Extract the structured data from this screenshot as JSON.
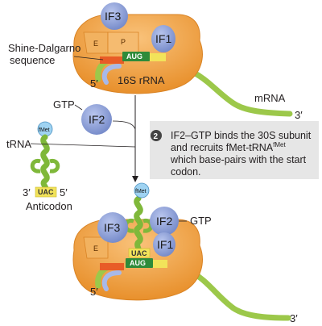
{
  "top": {
    "if3": "IF3",
    "if1": "IF1",
    "site_e": "E",
    "site_p": "P",
    "codon": "AUG",
    "shine_dalgarno": [
      "Shine-Dalgarno",
      "sequence"
    ],
    "rrna": "16S rRNA",
    "five_prime": "5′",
    "mrna": "mRNA",
    "three_prime": "3′"
  },
  "middle": {
    "gtp": "GTP",
    "if2": "IF2",
    "trna": "tRNA",
    "fmet": "fMet",
    "three_prime": "3′",
    "anticodon_seq": "UAC",
    "five_prime": "5′",
    "anticodon": "Anticodon"
  },
  "step": {
    "number": "2",
    "lines": [
      "IF2–GTP binds the 30S subunit",
      "and recruits fMet-tRNA",
      "which base-pairs with the start",
      "codon."
    ],
    "superscript": "fMet"
  },
  "bottom": {
    "if3": "IF3",
    "if2": "IF2",
    "if1": "IF1",
    "gtp": "GTP",
    "fmet": "fMet",
    "site_e": "E",
    "anticodon_seq": "UAC",
    "codon": "AUG",
    "five_prime": "5′",
    "three_prime": "3′"
  },
  "colors": {
    "ribosome": "#f5a94c",
    "ribosome_dark": "#e8902c",
    "if_fill": "#8fa2d8",
    "mrna": "#9cc84a",
    "trna": "#7fb83a",
    "codon_green": "#2e8b3a",
    "anticodon_yellow": "#f2e35a",
    "fmet_blue": "#9fd3f2",
    "step_box": "#e6e6e6"
  }
}
